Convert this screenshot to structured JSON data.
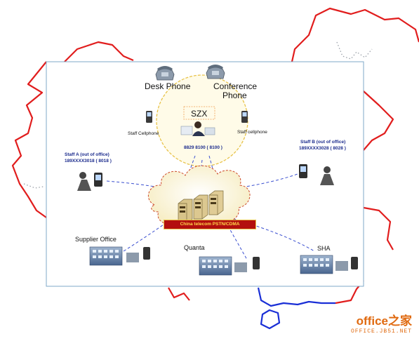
{
  "diagram": {
    "hub": {
      "name": "SZX",
      "number": "8829 8100 ( 8100 )"
    },
    "phones": {
      "desk": "Desk Phone",
      "conference_line1": "Conference",
      "conference_line2": "Phone"
    },
    "cellphones": {
      "left": "Staff Cellphone",
      "right": "Staff cellphone"
    },
    "staff_a": {
      "title": "Staff A (out of office)",
      "number": "189XXXX3018 ( 8018 )"
    },
    "staff_b": {
      "title": "Staff B (out of office)",
      "number": "189XXXX3028 ( 8028 )"
    },
    "network": "China telecom  PSTN/CDMA",
    "sites": {
      "supplier": "Supplier Office",
      "quanta": "Quanta",
      "sha": "SHA"
    },
    "colors": {
      "border_red": "#e11d1d",
      "border_blue": "#1a2fd6",
      "frame": "#7fa9c9",
      "link": "#3a4fd0",
      "banner": "#b30f0f"
    }
  },
  "watermark": {
    "brand": "office之家",
    "url": "OFFICE.JB51.NET"
  }
}
